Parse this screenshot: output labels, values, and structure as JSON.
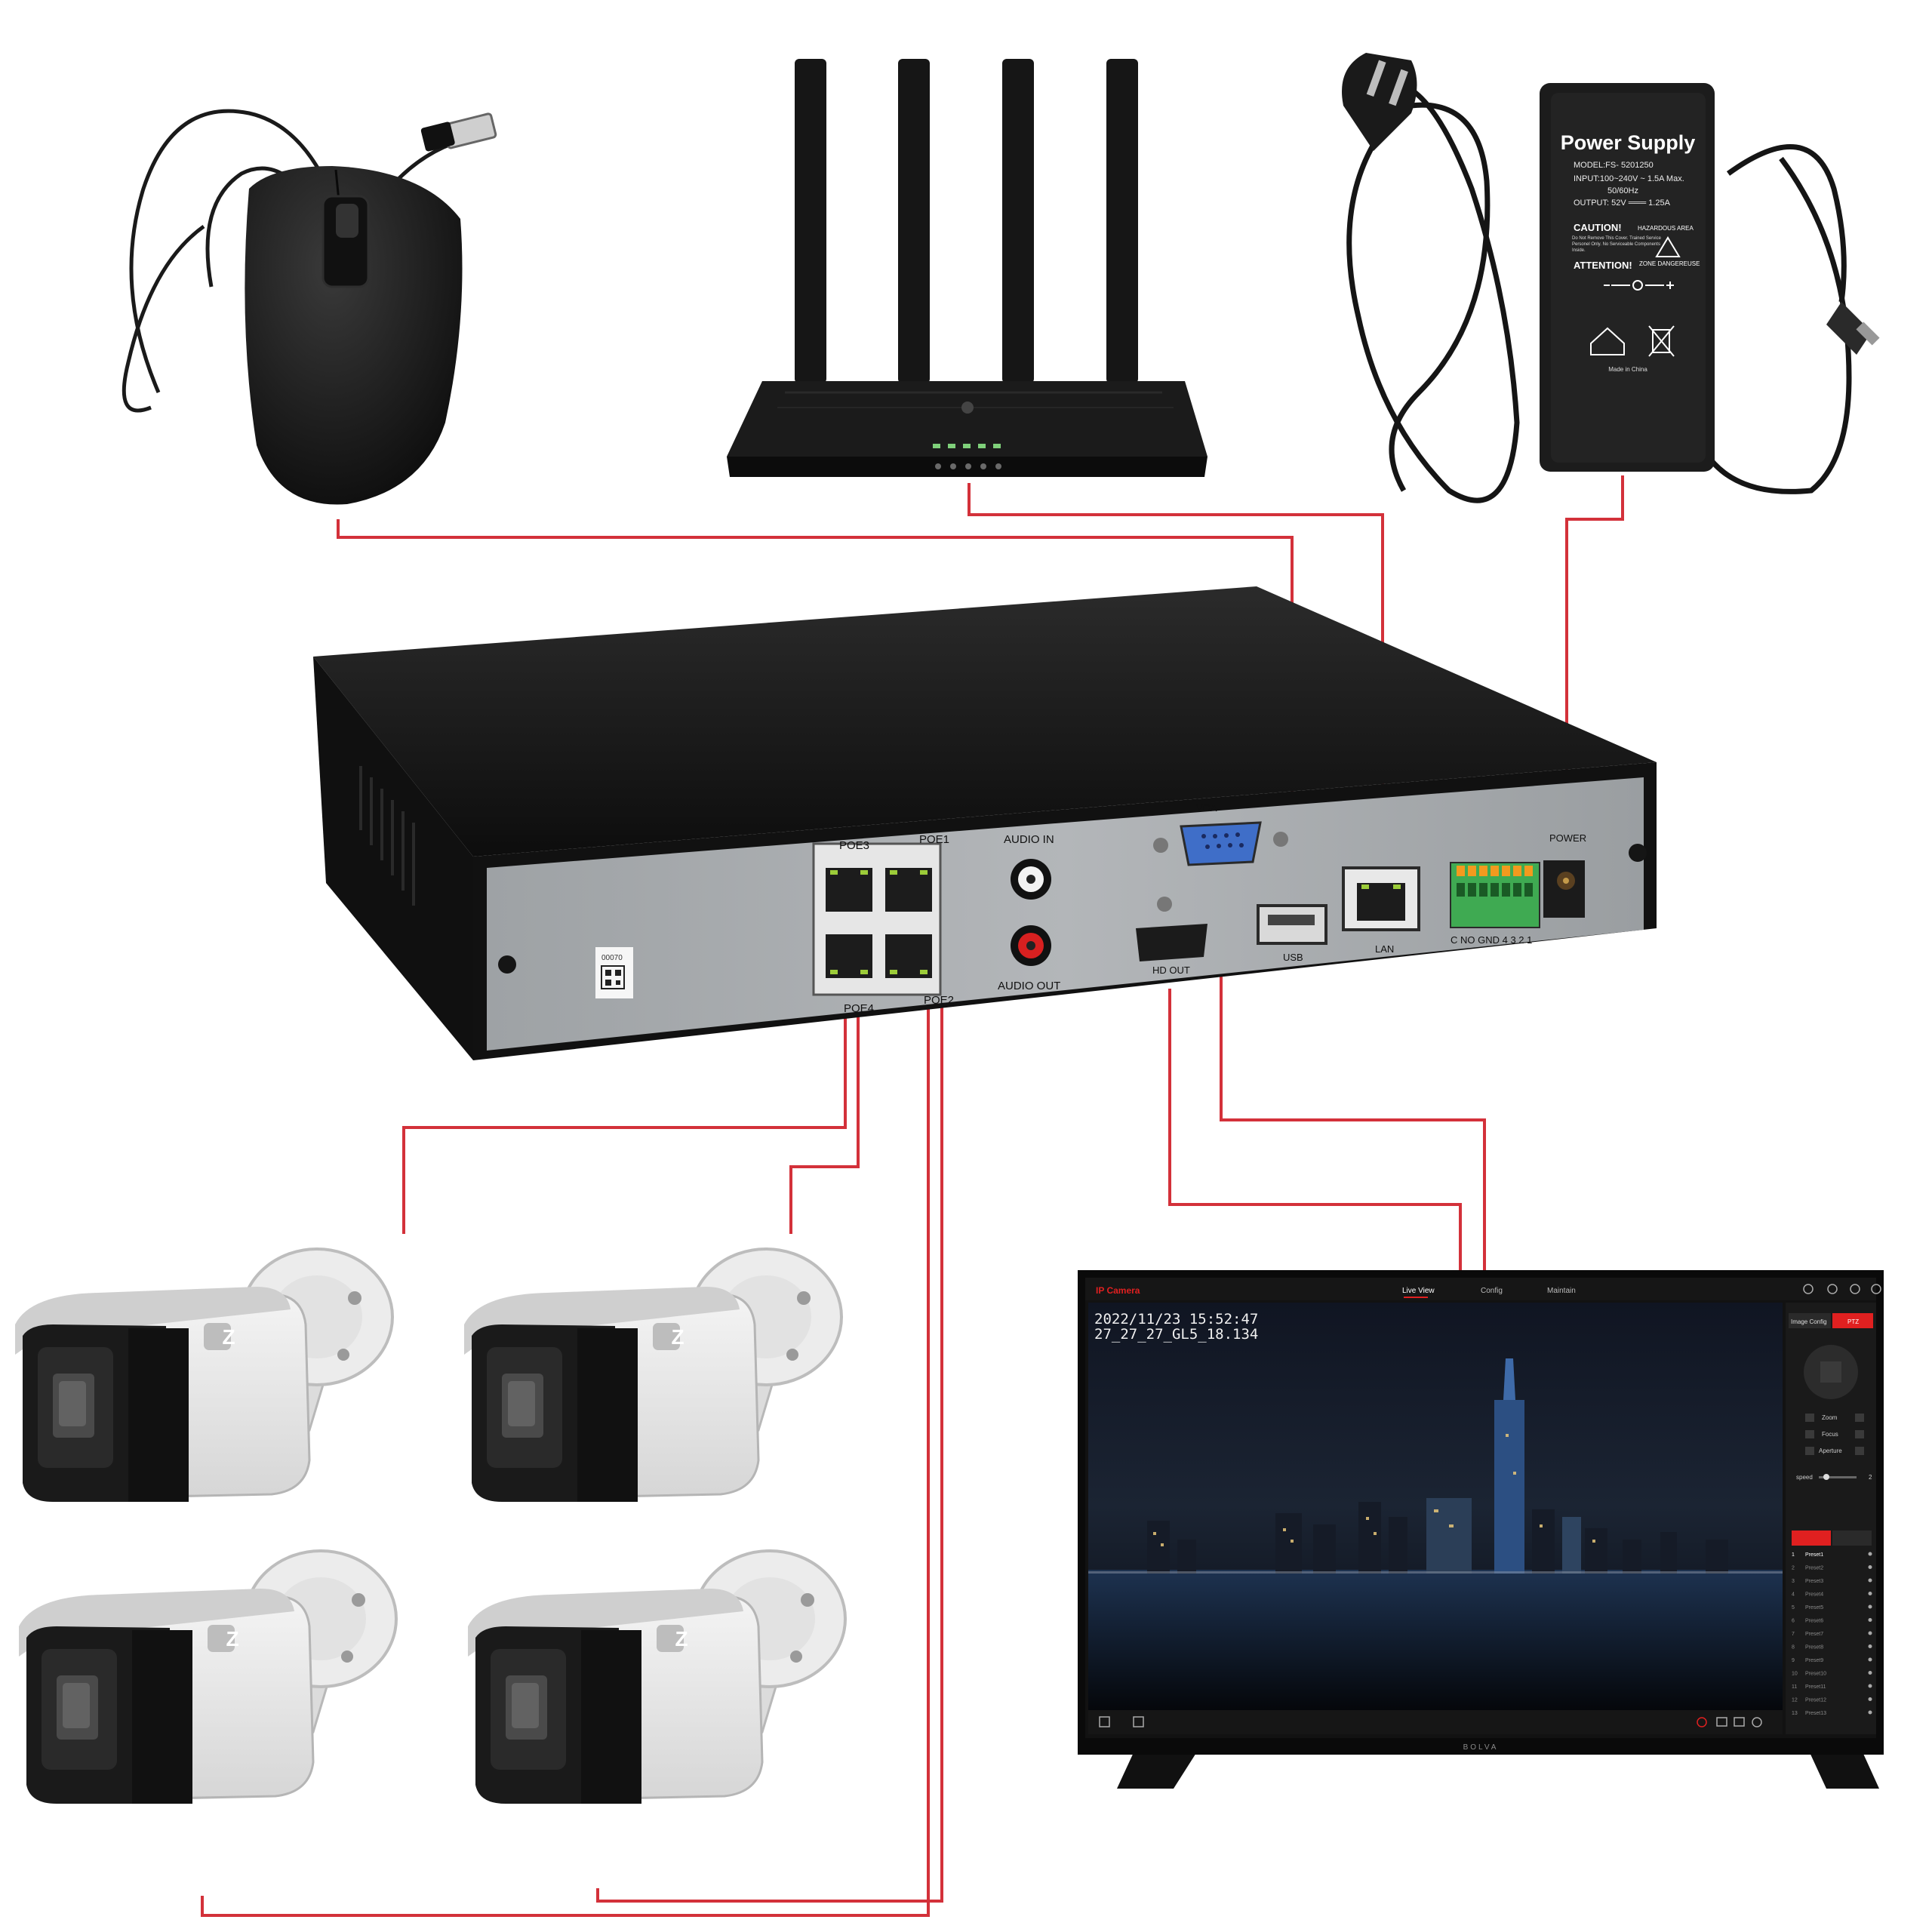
{
  "colors": {
    "wire": "#d3313a",
    "device_dark": "#141414",
    "panel": "#a7abae",
    "camera_white": "#e9e9e9",
    "screen_bg": "#0d0d0f",
    "accent_red": "#e02020"
  },
  "devices": {
    "mouse": {
      "icon": "mouse-icon"
    },
    "router": {
      "icon": "router-icon"
    },
    "camera": {
      "icon": "camera-icon",
      "badge": "Z"
    },
    "power_supply": {
      "title": "Power Supply",
      "model": "MODEL:FS- 5201250",
      "input": "INPUT:100~240V ~ 1.5A Max.",
      "freq": "50/60Hz",
      "output": "OUTPUT: 52V ═══ 1.25A",
      "caution": "CAUTION!",
      "caution_note": "Do Not Remove This Cover. Trained Service Personel Only. No Serviceable Components Inside.",
      "hazard": "HAZARDOUS AREA",
      "attention": "ATTENTION!",
      "danger": "ZONE DANGEREUSE",
      "made_in": "Made in China"
    }
  },
  "nvr": {
    "ports": {
      "poe3": "POE3",
      "poe1": "POE1",
      "poe4": "POE4",
      "poe2": "POE2",
      "audio_in": "AUDIO IN",
      "audio_out": "AUDIO OUT",
      "vga": "VGA",
      "hd_out": "HD OUT",
      "usb": "USB",
      "lan": "LAN",
      "terminals": "C NO GND 4 3 2 1",
      "power": "POWER"
    },
    "serial": "00070"
  },
  "monitor": {
    "brand": "BOLVA",
    "app_title": "IP Camera",
    "tabs": [
      "Live View",
      "Config",
      "Maintain"
    ],
    "active_tab": "Live View",
    "osd_line1": "2022/11/23  15:52:47",
    "osd_line2": "27_27_27_GL5_18.134",
    "panel_tabs": [
      "Image Config",
      "PTZ"
    ],
    "ptz_rows": [
      "Zoom",
      "Focus",
      "Aperture"
    ],
    "speed_label": "speed",
    "speed_value": "2",
    "presets": [
      "Preset1",
      "Preset2",
      "Preset3",
      "Preset4",
      "Preset5",
      "Preset6",
      "Preset7",
      "Preset8",
      "Preset9",
      "Preset10",
      "Preset11",
      "Preset12",
      "Preset13"
    ]
  }
}
